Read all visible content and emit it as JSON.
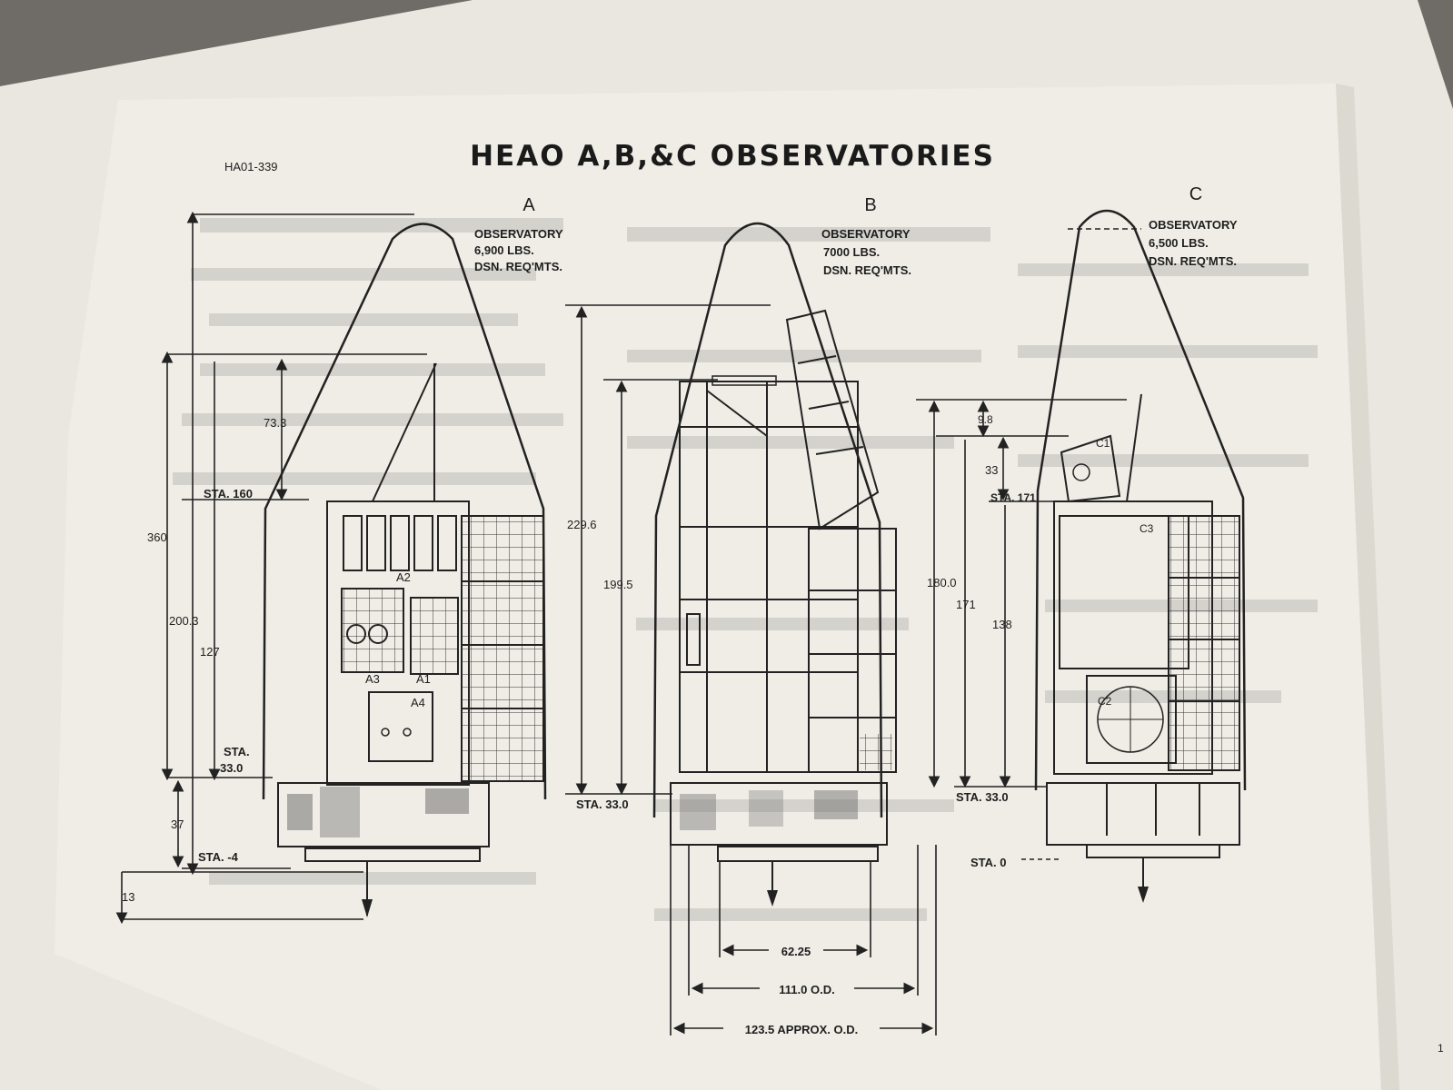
{
  "title": "HEAO A,B,&C OBSERVATORIES",
  "doc_id": "HA01-339",
  "page_number": "1",
  "observatories": [
    {
      "letter": "A",
      "line1": "OBSERVATORY",
      "weight": "6,900 LBS.",
      "req": "DSN. REQ'MTS."
    },
    {
      "letter": "B",
      "line1": "OBSERVATORY",
      "weight": "7000 LBS.",
      "req": "DSN. REQ'MTS."
    },
    {
      "letter": "C",
      "line1": "OBSERVATORY",
      "weight": "6,500 LBS.",
      "req": "DSN. REQ'MTS."
    }
  ],
  "dims_a": {
    "d360": "360",
    "d200": "200.3",
    "d127": "127",
    "d733": "73.3",
    "d37": "37",
    "d13": "13",
    "sta160": "STA. 160",
    "sta33a": "STA.",
    "sta33b": "33.0",
    "stam4": "STA. -4",
    "a1": "A1",
    "a2": "A2",
    "a3": "A3",
    "a4": "A4"
  },
  "dims_b": {
    "d2296": "229.6",
    "d1995": "199.5",
    "sta33": "STA. 33.0"
  },
  "dims_c": {
    "d98": "9.8",
    "d33": "33",
    "sta171": "STA. 171",
    "d180": "180.0",
    "d171": "171",
    "d138": "138",
    "sta33": "STA. 33.0",
    "sta0": "STA. 0",
    "c1": "C1",
    "c2": "C2",
    "c3": "C3"
  },
  "dims_bottom": {
    "w6225": "62.25",
    "w111": "111.0 O.D.",
    "w1235": "123.5 APPROX. O.D."
  }
}
